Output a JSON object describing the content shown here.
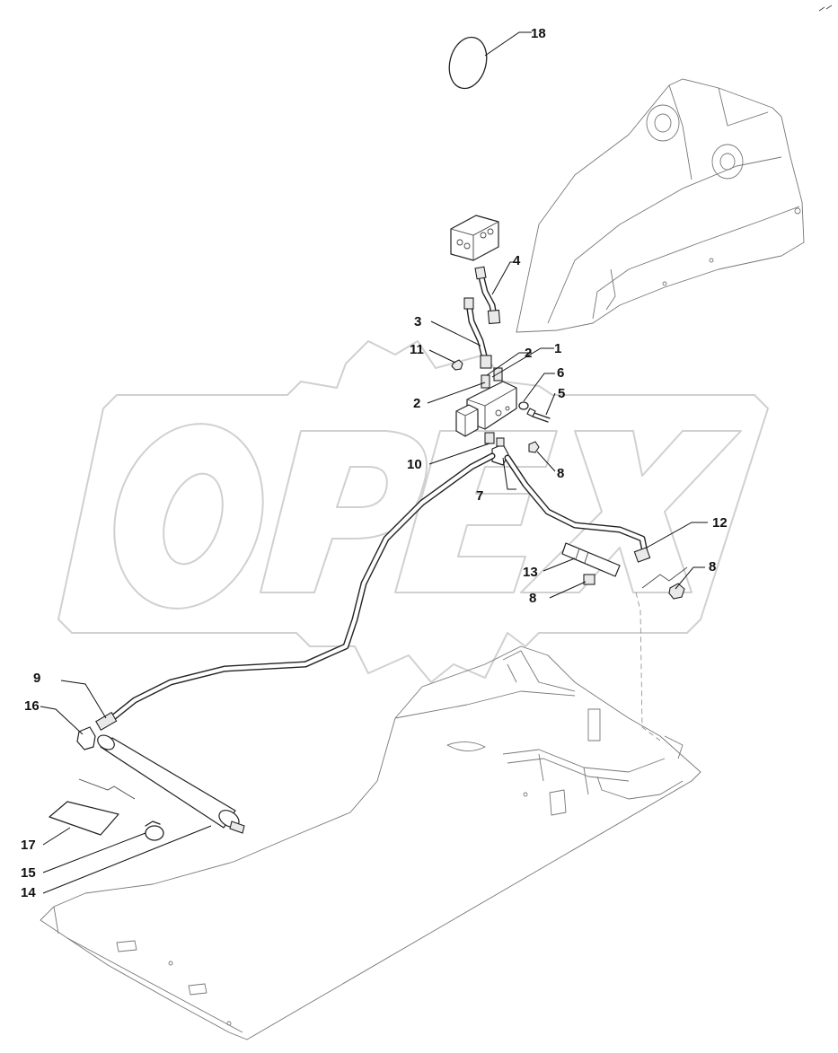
{
  "diagram": {
    "callouts": [
      {
        "id": "c18",
        "text": "18"
      },
      {
        "id": "c4",
        "text": "4"
      },
      {
        "id": "c3",
        "text": "3"
      },
      {
        "id": "c11",
        "text": "11"
      },
      {
        "id": "c2a",
        "text": "2"
      },
      {
        "id": "c1",
        "text": "1"
      },
      {
        "id": "c6",
        "text": "6"
      },
      {
        "id": "c2b",
        "text": "2"
      },
      {
        "id": "c5",
        "text": "5"
      },
      {
        "id": "c10",
        "text": "10"
      },
      {
        "id": "c8a",
        "text": "8"
      },
      {
        "id": "c7",
        "text": "7"
      },
      {
        "id": "c12",
        "text": "12"
      },
      {
        "id": "c13",
        "text": "13"
      },
      {
        "id": "c8b",
        "text": "8"
      },
      {
        "id": "c8c",
        "text": "8"
      },
      {
        "id": "c9",
        "text": "9"
      },
      {
        "id": "c16",
        "text": "16"
      },
      {
        "id": "c17",
        "text": "17"
      },
      {
        "id": "c15",
        "text": "15"
      },
      {
        "id": "c14",
        "text": "14"
      }
    ]
  }
}
